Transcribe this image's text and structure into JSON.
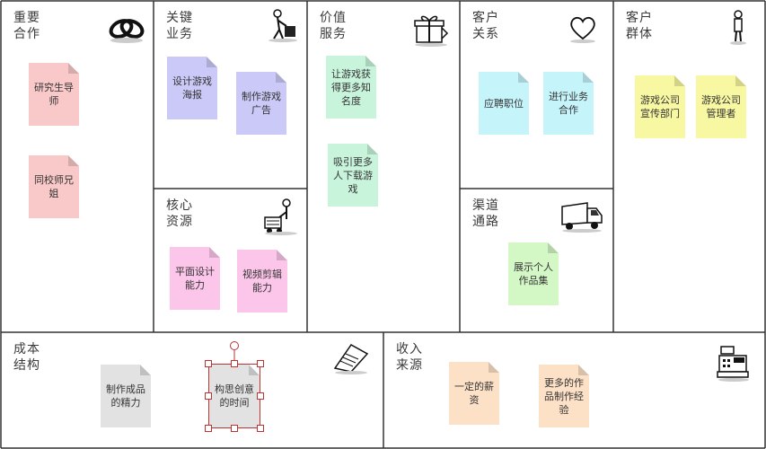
{
  "sections": {
    "key_partners": {
      "title": [
        "重要",
        "合作"
      ],
      "icon": "chain-links-icon"
    },
    "key_activities": {
      "title": [
        "关键",
        "业务"
      ],
      "icon": "worker-pushing-cart-icon"
    },
    "key_resources": {
      "title": [
        "核心",
        "资源"
      ],
      "icon": "forklift-worker-icon"
    },
    "value_propositions": {
      "title": [
        "价值",
        "服务"
      ],
      "icon": "gift-box-icon"
    },
    "customer_relationships": {
      "title": [
        "客户",
        "关系"
      ],
      "icon": "heart-icon"
    },
    "channels": {
      "title": [
        "渠道",
        "通路"
      ],
      "icon": "delivery-truck-icon"
    },
    "customer_segments": {
      "title": [
        "客户",
        "群体"
      ],
      "icon": "person-standing-icon"
    },
    "cost_structure": {
      "title": [
        "成本",
        "结构"
      ],
      "icon": "receipt-paper-icon"
    },
    "revenue_streams": {
      "title": [
        "收入",
        "来源"
      ],
      "icon": "cash-register-icon"
    }
  },
  "notes": {
    "partner_1": "研究生导师",
    "partner_2": "同校师兄姐",
    "activity_1": "设计游戏海报",
    "activity_2": "制作游戏广告",
    "resource_1": "平面设计能力",
    "resource_2": "视频剪辑能力",
    "value_1": "让游戏获得更多知名度",
    "value_2": "吸引更多人下载游戏",
    "relationship_1": "应聘职位",
    "relationship_2": "进行业务合作",
    "channel_1": "展示个人作品集",
    "segment_1": "游戏公司宣传部门",
    "segment_2": "游戏公司管理者",
    "cost_1": "制作成品的精力",
    "cost_2": "构思创意的时间",
    "revenue_1": "一定的薪资",
    "revenue_2": "更多的作品制作经验"
  },
  "colors": {
    "pink": "#f9c9c9",
    "lavender": "#cbc9f7",
    "mint": "#c8f4dc",
    "rose": "#fcc6ea",
    "cyan": "#c5f4fb",
    "green": "#d4f7c6",
    "yellow": "#f8f7a2",
    "grey": "#e2e2e2",
    "peach": "#fde1c7",
    "line": "#333333",
    "selection": "#bb3333"
  }
}
